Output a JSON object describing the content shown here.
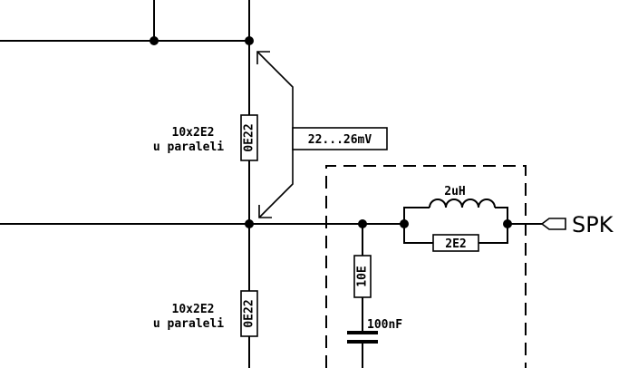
{
  "shunt_upper": {
    "value": "0E22",
    "note_line1": "10x2E2",
    "note_line2": "u paraleli"
  },
  "shunt_lower": {
    "value": "0E22",
    "note_line1": "10x2E2",
    "note_line2": "u paraleli"
  },
  "voltage_label": "22...26mV",
  "inductor_value": "2uH",
  "resistor_parallel": "2E2",
  "zobel_resistor": "10E",
  "zobel_capacitor": "100nF",
  "output_label": "SPK"
}
